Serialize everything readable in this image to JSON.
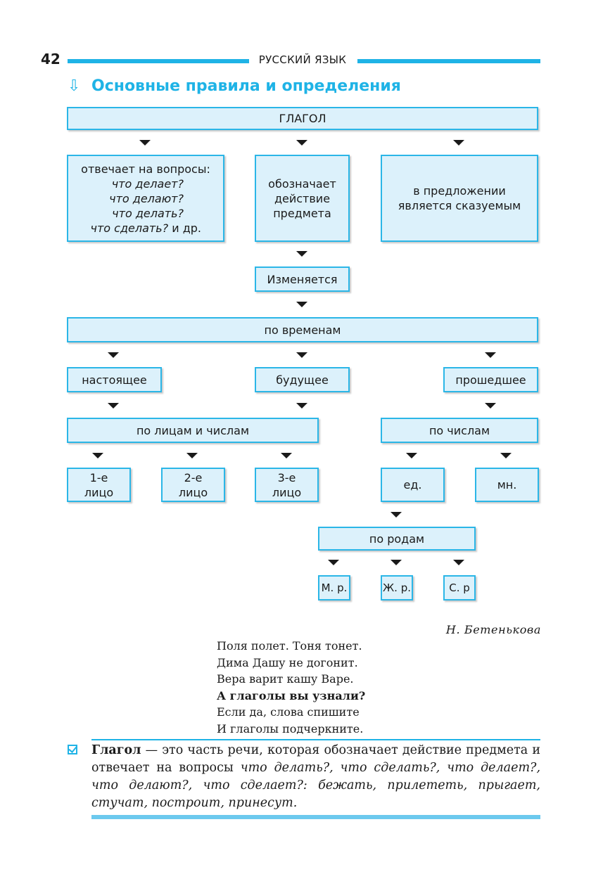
{
  "header": {
    "page_number": "42",
    "running_title": "РУССКИЙ ЯЗЫК"
  },
  "section": {
    "arrow_icon": "down-arrow-icon",
    "title": "Основные правила и определения"
  },
  "diagram": {
    "root": "ГЛАГОЛ",
    "questions": {
      "intro": "отвечает на вопросы:",
      "q1": "что делает?",
      "q2": "что делают?",
      "q3": "что делать?",
      "q4": "что сделать?",
      "q4_suffix": " и др."
    },
    "meaning": "обозначает действие предмета",
    "role": "в предложении является сказуемым",
    "changes": "Изменяется",
    "by_tense": "по временам",
    "present": "настоящее",
    "future": "будущее",
    "past": "прошедшее",
    "by_person_number": "по лицам и числам",
    "by_number": "по числам",
    "person1": "1-е лицо",
    "person2": "2-е лицо",
    "person3": "3-е лицо",
    "singular": "ед.",
    "plural": "мн.",
    "by_gender": "по родам",
    "masc": "М. р.",
    "fem": "Ж. р.",
    "neut": "С. р"
  },
  "poem": {
    "author": "Н. Бетенькова",
    "lines": [
      "Поля полет. Тоня тонет.",
      "Дима Дашу не догонит.",
      "Вера варит кашу Варе.",
      "А глаголы вы узнали?",
      "Если да, слова спишите",
      "И глаголы подчеркните."
    ]
  },
  "definition": {
    "check_icon": "checkbox-check-icon",
    "term": "Глагол",
    "text1": " — это часть речи, которая обозначает действие предмета и отвечает на вопросы ",
    "questions": "что делать?, что сделать?, что делает?, что делают?, что сделает?",
    "text2": ": ",
    "examples": "бежать, прилететь, прыгает, стучат, построит, принесут",
    "text3": "."
  },
  "colors": {
    "accent": "#1fb3e6",
    "box_fill": "#dcf1fb",
    "box_border": "#2bb6e7"
  }
}
